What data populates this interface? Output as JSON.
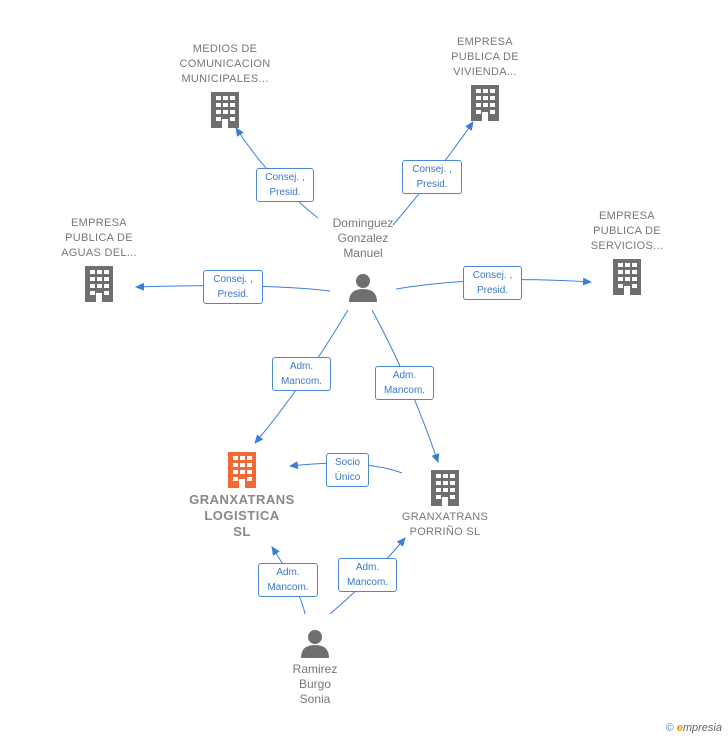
{
  "colors": {
    "edge": "#3a7fd5",
    "company_icon": "#6f6f6f",
    "focal_icon": "#f06a35",
    "person_icon": "#6f6f6f"
  },
  "nodes": {
    "medios": {
      "name": "MEDIOS DE\nCOMUNICACION\nMUNICIPALES...",
      "icon": "building-icon"
    },
    "vivienda": {
      "name": "EMPRESA\nPUBLICA DE\nVIVIENDA...",
      "icon": "building-icon"
    },
    "aguas": {
      "name": "EMPRESA\nPUBLICA DE\nAGUAS DEL...",
      "icon": "building-icon"
    },
    "servicios": {
      "name": "EMPRESA\nPUBLICA DE\nSERVICIOS...",
      "icon": "building-icon"
    },
    "dominguez": {
      "name": "Dominguez\nGonzalez\nManuel",
      "icon": "person-icon"
    },
    "logistica": {
      "name": "GRANXATRANS\nLOGISTICA\nSL",
      "icon": "building-icon"
    },
    "porrino": {
      "name": "GRANXATRANS\nPORRIÑO SL",
      "icon": "building-icon"
    },
    "ramirez": {
      "name": "Ramirez\nBurgo\nSonia",
      "icon": "person-icon"
    }
  },
  "relations": {
    "r_medios": "Consej. ,\nPresid.",
    "r_vivienda": "Consej. ,\nPresid.",
    "r_aguas": "Consej. ,\nPresid.",
    "r_servicios": "Consej. ,\nPresid.",
    "r_dom_logistica": "Adm.\nMancom.",
    "r_dom_porrino": "Adm.\nMancom.",
    "r_socio": "Socio\nÚnico",
    "r_ram_logistica": "Adm.\nMancom.",
    "r_ram_porrino": "Adm.\nMancom."
  },
  "footer": {
    "copyright": "©",
    "brand_first": "e",
    "brand_rest": "mpresia"
  }
}
